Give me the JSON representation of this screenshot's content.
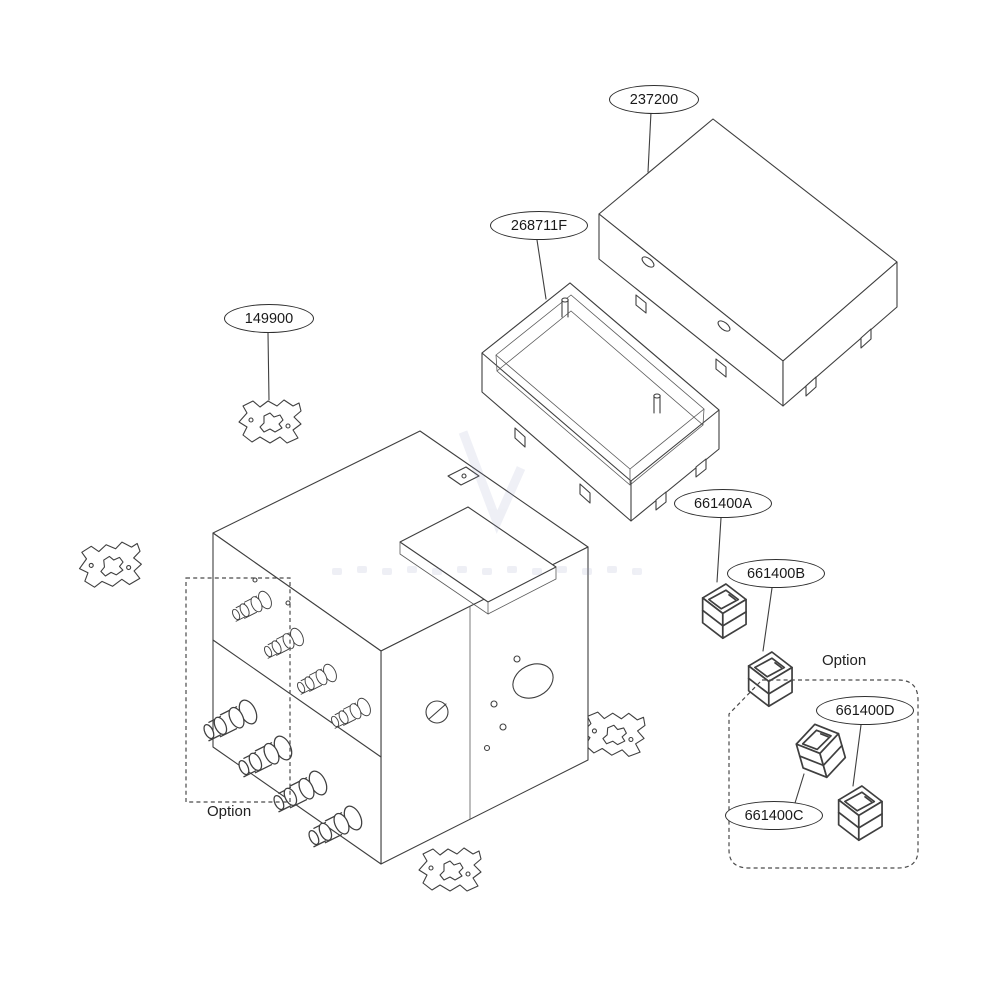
{
  "diagram": {
    "type": "exploded-parts-diagram",
    "callouts": [
      {
        "part_number": "237200"
      },
      {
        "part_number": "268711F"
      },
      {
        "part_number": "149900"
      },
      {
        "part_number": "661400A"
      },
      {
        "part_number": "661400B"
      },
      {
        "part_number": "661400C"
      },
      {
        "part_number": "661400D"
      }
    ],
    "option_labels": {
      "left": "Option",
      "right": "Option"
    },
    "colors": {
      "background": "#ffffff",
      "line": "#3f3f3f",
      "label_border": "#2f2f2f",
      "text": "#1a1a1a",
      "dashed_outline": "#4a4a4a"
    }
  }
}
